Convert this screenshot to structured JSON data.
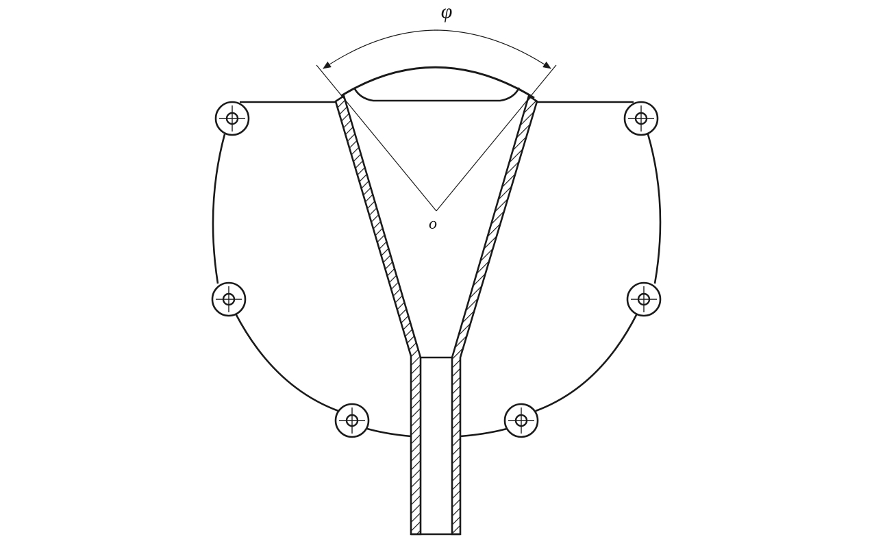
{
  "diagram": {
    "angle_label": "φ",
    "center_label": "o",
    "colors": {
      "stroke": "#1a1a1a",
      "background": "#ffffff"
    },
    "bolt_count": 6
  }
}
